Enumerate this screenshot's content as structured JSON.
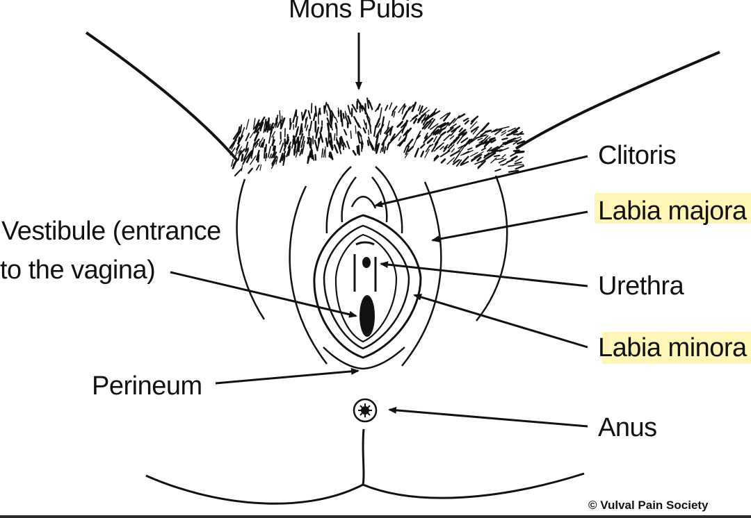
{
  "labels": {
    "mons_pubis": "Mons Pubis",
    "clitoris": "Clitoris",
    "labia_majora": "Labia majora",
    "vestibule_line1": "Vestibule (entrance",
    "vestibule_line2": "to the vagina)",
    "urethra": "Urethra",
    "labia_minora": "Labia minora",
    "perineum": "Perineum",
    "anus": "Anus"
  },
  "copyright": "© Vulval Pain Society",
  "colors": {
    "ink": "#111111",
    "highlight": "#fff6b8",
    "background": "#ffffff"
  }
}
